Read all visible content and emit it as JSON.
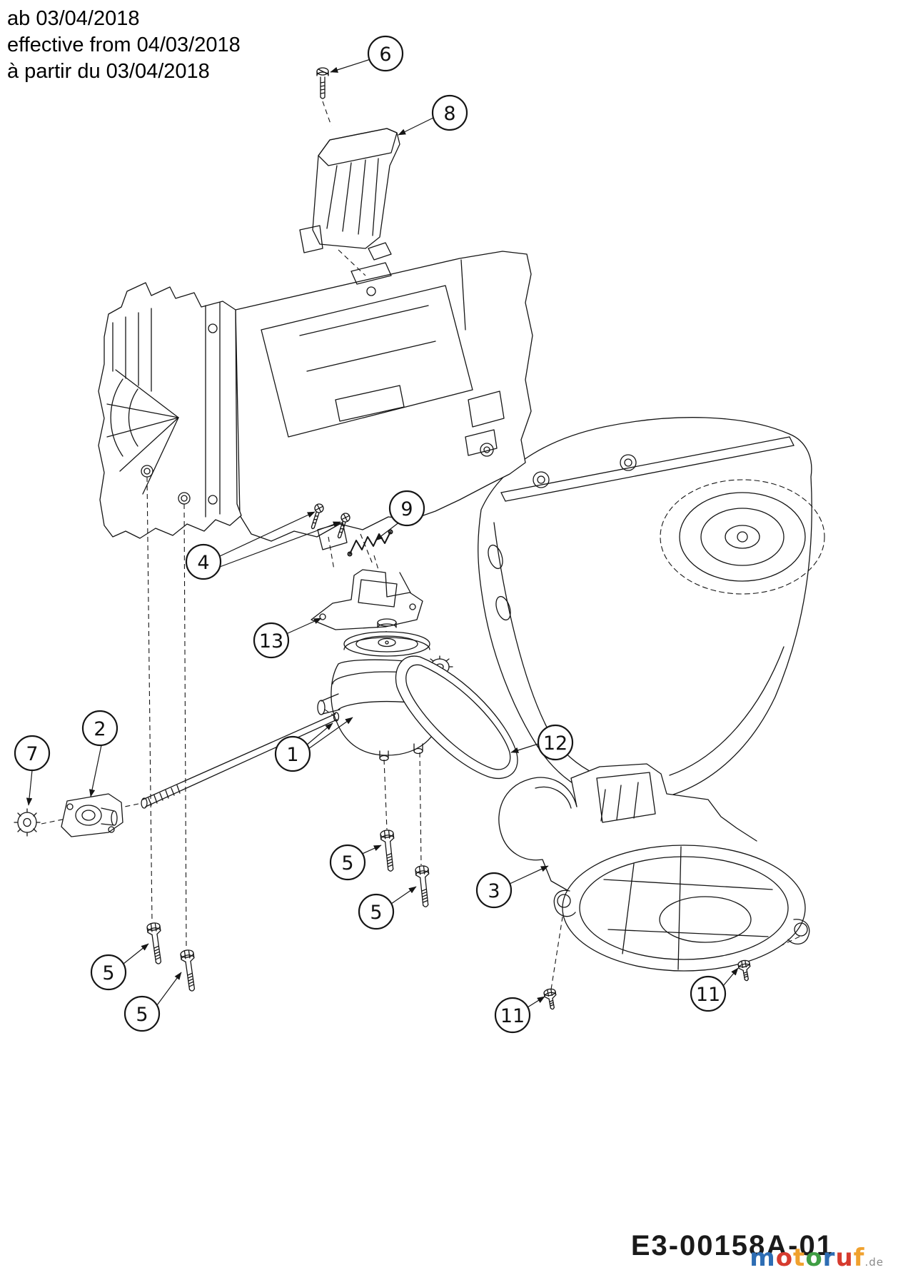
{
  "header": {
    "line1": "ab 03/04/2018",
    "line2": "effective from 04/03/2018",
    "line3": "à partir du 03/04/2018"
  },
  "callouts": [
    {
      "label": "6"
    },
    {
      "label": "8"
    },
    {
      "label": "9"
    },
    {
      "label": "4"
    },
    {
      "label": "13"
    },
    {
      "label": "1"
    },
    {
      "label": "2"
    },
    {
      "label": "7"
    },
    {
      "label": "12"
    },
    {
      "label": "5"
    },
    {
      "label": "5"
    },
    {
      "label": "3"
    },
    {
      "label": "5"
    },
    {
      "label": "5"
    },
    {
      "label": "11"
    },
    {
      "label": "11"
    }
  ],
  "footer": {
    "diagram_code": "E3-00158A-01"
  },
  "watermark": {
    "text": "motoruf",
    "suffix": ".de",
    "letter_colors": [
      "#2e6db4",
      "#d63b2f",
      "#f0a12e",
      "#3f9e44",
      "#2e6db4",
      "#d63b2f",
      "#f0a12e"
    ]
  }
}
